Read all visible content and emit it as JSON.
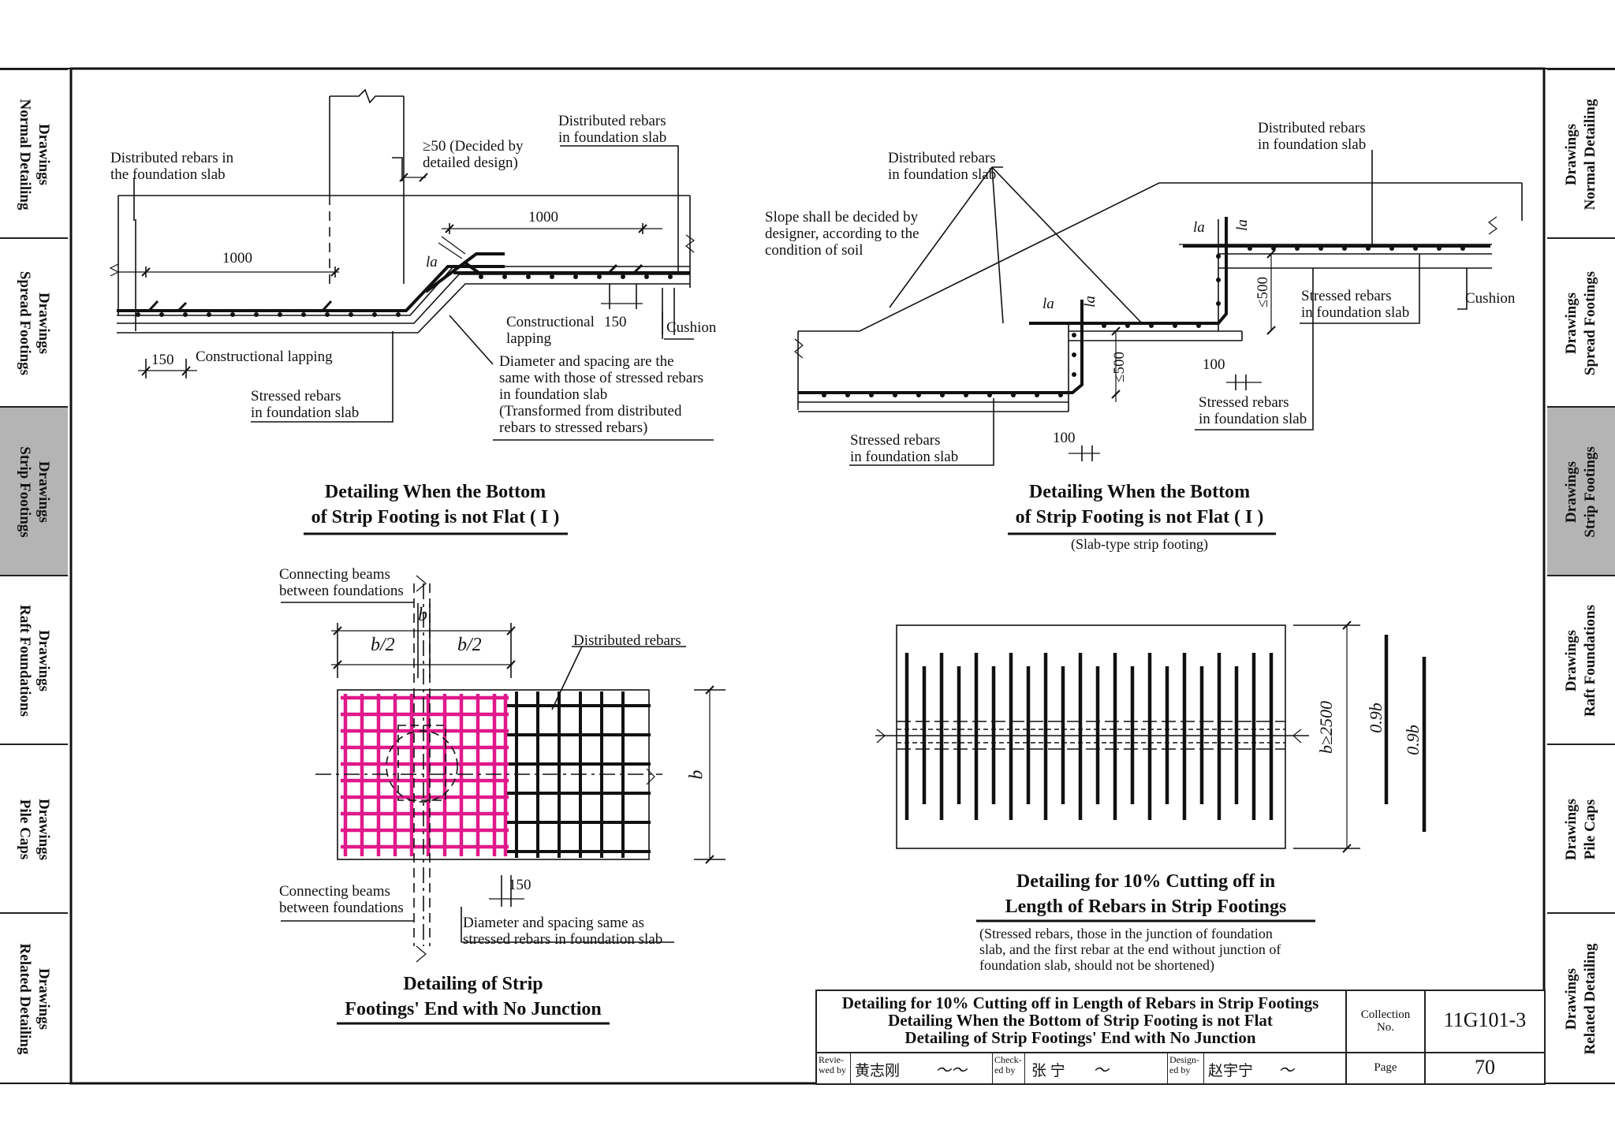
{
  "side_tabs_left": [
    {
      "line1": "Drawings",
      "line2": "Normal Detailing",
      "active": false
    },
    {
      "line1": "Drawings",
      "line2": "Spread Footings",
      "active": false
    },
    {
      "line1": "Drawings",
      "line2": "Strip Footings",
      "active": true
    },
    {
      "line1": "Drawings",
      "line2": "Raft Foundations",
      "active": false
    },
    {
      "line1": "Drawings",
      "line2": "Pile Caps",
      "active": false
    },
    {
      "line1": "Drawings",
      "line2": "Related Detailing",
      "active": false
    }
  ],
  "side_tabs_right": [
    {
      "line1": "Drawings",
      "line2": "Normal Detailing",
      "active": false
    },
    {
      "line1": "Drawings",
      "line2": "Spread Footings",
      "active": false
    },
    {
      "line1": "Drawings",
      "line2": "Strip Footings",
      "active": true
    },
    {
      "line1": "Drawings",
      "line2": "Raft Foundations",
      "active": false
    },
    {
      "line1": "Drawings",
      "line2": "Pile Caps",
      "active": false
    },
    {
      "line1": "Drawings",
      "line2": "Related Detailing",
      "active": false
    }
  ],
  "detail1": {
    "title_line1": "Detailing When the Bottom",
    "title_line2": "of Strip Footing is not Flat ( I )",
    "label_distributed_left_1": "Distributed rebars in",
    "label_distributed_left_2": "the foundation slab",
    "label_ge50_1": "≥50 (Decided by",
    "label_ge50_2": "detailed design)",
    "label_distributed_right_1": "Distributed rebars",
    "label_distributed_right_2": "in foundation slab",
    "dim_1000_left": "1000",
    "dim_1000_right": "1000",
    "dim_150_left": "150",
    "dim_150_right": "150",
    "label_la": "la",
    "label_constructional_lapping_left": "Constructional lapping",
    "label_constructional_1": "Constructional",
    "label_constructional_2": "lapping",
    "label_cushion": "Cushion",
    "label_stressed_1": "Stressed rebars",
    "label_stressed_2": "in foundation slab",
    "note_lines": [
      "Diameter and spacing are the",
      "same with those of stressed rebars",
      "in foundation slab",
      "(Transformed from distributed",
      "rebars to stressed rebars)"
    ]
  },
  "detail2": {
    "title_line1": "Detailing When the Bottom",
    "title_line2": "of Strip Footing is not Flat ( I )",
    "subtitle": "(Slab-type strip footing)",
    "label_distributed_top_1": "Distributed rebars",
    "label_distributed_top_2": "in foundation slab",
    "label_distributed_mid_1": "Distributed rebars",
    "label_distributed_mid_2": "in foundation slab",
    "label_slope_1": "Slope shall be decided by",
    "label_slope_2": "designer, according to the",
    "label_slope_3": "condition of soil",
    "label_la": "la",
    "dim_500_a": "≤500",
    "dim_500_b": "≤500",
    "dim_100_a": "100",
    "dim_100_b": "100",
    "label_stressed_right_1": "Stressed rebars",
    "label_stressed_right_2": "in foundation slab",
    "label_cushion": "Cushion",
    "label_stressed_mid_1": "Stressed rebars",
    "label_stressed_mid_2": "in foundation slab",
    "label_stressed_left_1": "Stressed rebars",
    "label_stressed_left_2": "in foundation slab"
  },
  "detail3": {
    "title_line1": "Detailing of Strip",
    "title_line2": "Footings' End with No Junction",
    "label_connecting_top_1": "Connecting beams",
    "label_connecting_top_2": "between foundations",
    "label_connecting_bottom_1": "Connecting beams",
    "label_connecting_bottom_2": "between foundations",
    "label_b": "b",
    "label_b_half_left": "b/2",
    "label_b_half_right": "b/2",
    "label_b_side": "b",
    "label_distributed": "Distributed rebars",
    "dim_150": "150",
    "label_diameter_1": "Diameter and spacing same as",
    "label_diameter_2": "stressed rebars in foundation slab",
    "mesh_color": "#e0198a"
  },
  "detail4": {
    "title_line1": "Detailing for 10% Cutting off in",
    "title_line2": "Length of Rebars in Strip Footings",
    "note_lines": [
      "(Stressed rebars, those in the junction of foundation",
      "slab, and the first rebar at the end without junction of",
      "foundation slab, should not be shortened)"
    ],
    "label_b_ge": "b≥2500",
    "label_09b_a": "0.9b",
    "label_09b_b": "0.9b"
  },
  "title_block": {
    "title_lines": [
      "Detailing for 10% Cutting off in Length of Rebars in Strip Footings",
      "Detailing When the Bottom of Strip Footing is not Flat",
      "Detailing of Strip Footings' End with No Junction"
    ],
    "collection_label_1": "Collection",
    "collection_label_2": "No.",
    "collection_no": "11G101-3",
    "page_label": "Page",
    "page_no": "70",
    "reviewed_label_1": "Revie-",
    "reviewed_label_2": "wed by",
    "reviewer": "黄志刚",
    "checked_label_1": "Check-",
    "checked_label_2": "ed by",
    "checker": "张  宁",
    "designed_label_1": "Design-",
    "designed_label_2": "ed by",
    "designer": "赵宇宁"
  }
}
